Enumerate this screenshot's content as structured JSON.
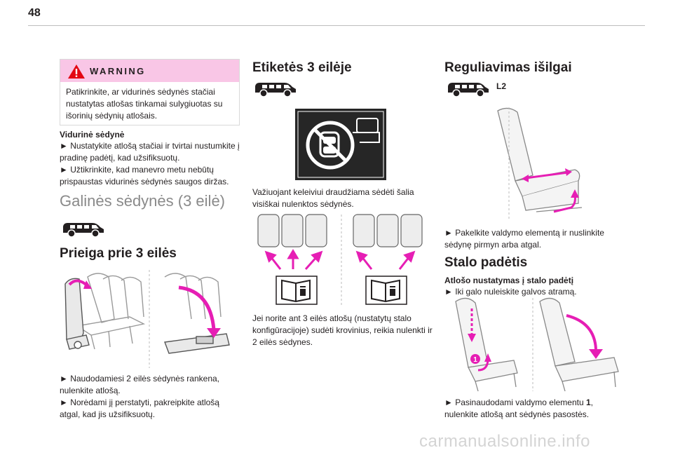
{
  "page": {
    "number": "48"
  },
  "warning": {
    "title": "WARNING",
    "text": "Patikrinkite, ar vidurinės sėdynės stačiai nustatytas atlošas tinkamai sulygiuotas su išorinių sėdynių atlošais."
  },
  "middle_seat": {
    "heading": "Vidurinė sėdynė",
    "step1": "► Nustatykite atlošą stačiai ir tvirtai nustumkite į pradinę padėtį, kad užsifiksuotų.",
    "step2": "► Užtikrinkite, kad manevro metu nebūtų prispaustas vidurinės sėdynės saugos diržas."
  },
  "rear_seats": {
    "title": "Galinės sėdynės (3 eilė)"
  },
  "access_row3": {
    "title": "Prieiga prie 3 eilės",
    "step1": "► Naudodamiesi 2 eilės sėdynės rankena, nulenkite atlošą.",
    "step2": "► Norėdami jį perstatyti, pakreipkite atlošą atgal, kad jis užsifiksuotų."
  },
  "labels_row3": {
    "title": "Etiketės 3 eilėje",
    "text1": "Važiuojant keleiviui draudžiama sėdėti šalia visiškai nulenktos sėdynės.",
    "text2": "Jei norite ant 3 eilės atlošų (nustatytų stalo konfigūracijoje) sudėti krovinius, reikia nulenkti ir 2 eilės sėdynes."
  },
  "longitudinal": {
    "title": "Reguliavimas išilgai",
    "badge": "L2",
    "text": "► Pakelkite valdymo elementą ir nuslinkite sėdynę pirmyn arba atgal."
  },
  "table_position": {
    "title": "Stalo padėtis",
    "subheading": "Atlošo nustatymas į stalo padėtį",
    "step1": "► Iki galo nuleiskite galvos atramą.",
    "callout": "1",
    "step2_before": "► Pasinaudodami valdymo elementu ",
    "step2_bold": "1",
    "step2_after": ",",
    "step2_line2": "nulenkite atlošą ant sėdynės pasostės."
  },
  "watermark": "carmanualsonline.info",
  "colors": {
    "accent": "#e61eb4",
    "warning_bg": "#f9c6e6",
    "heading_gray": "#8a8a8a",
    "label_bg": "#262626"
  },
  "icons": [
    "warning-triangle-icon",
    "van-icon",
    "book-info-icon",
    "no-sitting-label-icon"
  ]
}
